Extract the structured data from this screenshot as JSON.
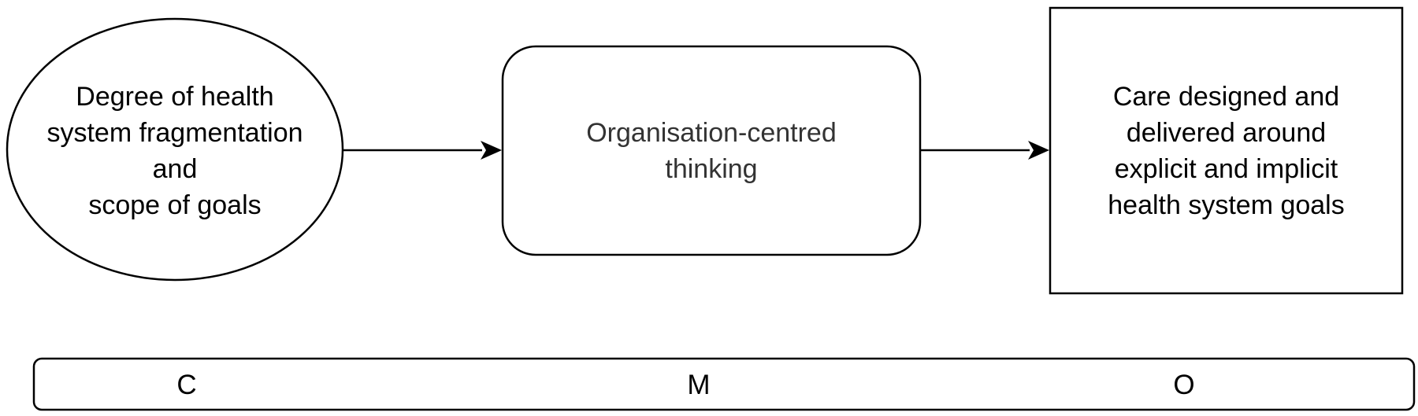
{
  "nodes": {
    "context": {
      "lines": [
        "Degree of health",
        "system fragmentation",
        "and",
        "scope of goals"
      ]
    },
    "mechanism": {
      "lines": [
        "Organisation-centred",
        "thinking"
      ]
    },
    "outcome": {
      "lines": [
        "Care designed and",
        "delivered around",
        "explicit and implicit",
        "health system goals"
      ]
    }
  },
  "cmo_bar": {
    "labels": [
      "C",
      "M",
      "O"
    ]
  },
  "colors": {
    "stroke": "#000000",
    "fill": "#ffffff",
    "mechanism_text": "#333333"
  }
}
